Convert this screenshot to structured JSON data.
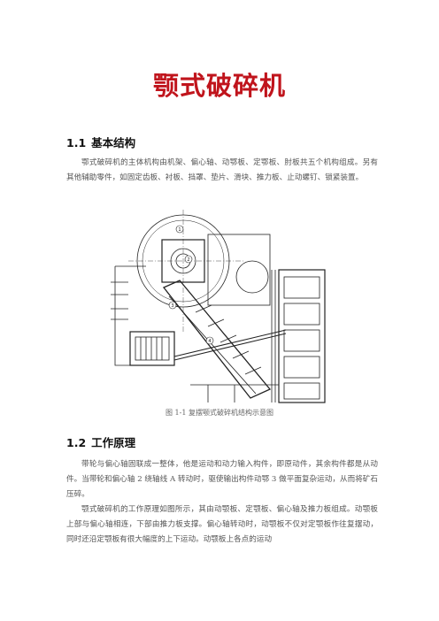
{
  "title": "颚式破碎机",
  "section1": {
    "number": "1.1",
    "title": "基本结构",
    "paragraph": "鄂式破碎机的主体机构由机架、偏心轴、动鄂板、定鄂板、肘板共五个机构组成。另有其他辅助零件，如固定齿板、衬板、挡罩、垫片、滑块、推力板、止动螺钉、锁紧装置。"
  },
  "figure": {
    "callouts": [
      "1",
      "2",
      "3",
      "4"
    ],
    "caption": "图 1-1 复摆颚式破碎机结构示意图"
  },
  "section2": {
    "number": "1.2",
    "title": "工作原理",
    "paragraph1": "带轮与偏心轴固联成一整体，他是运动和动力输入构件，即原动件，其余构件都是从动件。当带轮和偏心轴 2 绕轴线 A 转动时，驱使输出构件动鄂 3 做平面复杂运动，从而将矿石压碎。",
    "paragraph2": "颚式破碎机的工作原理如图所示，其由动颚板、定颚板、偏心轴及推力板组成。动颚板上部与偏心轴相连，下部由推力板支撑。偏心轴转动时，动颚板不仅对定颚板作往复摆动，同时还沿定颚板有很大幅度的上下运动。动颚板上各点的运动"
  }
}
